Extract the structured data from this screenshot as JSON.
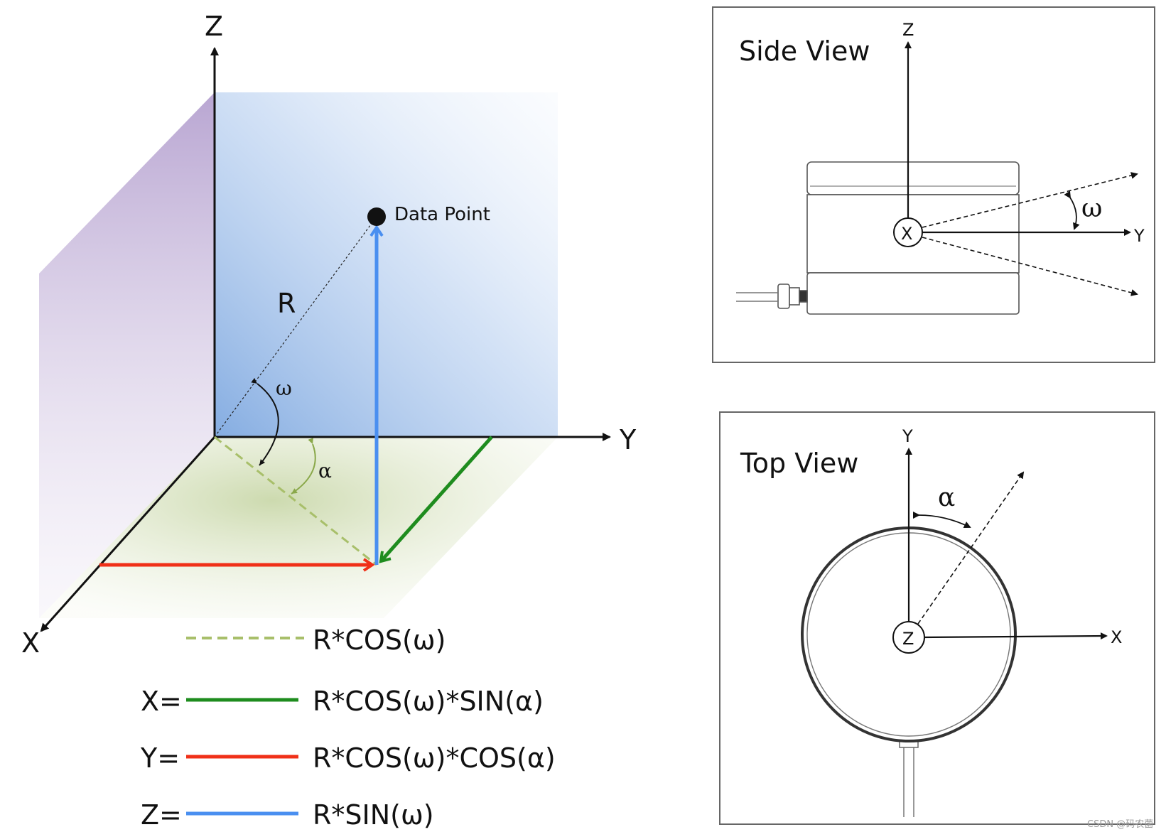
{
  "main_diagram": {
    "axes": {
      "z": "Z",
      "y": "Y",
      "x": "X"
    },
    "point_label": "Data Point",
    "radius_label": "R",
    "omega": "ω",
    "alpha": "α"
  },
  "legend": [
    {
      "prefix": "",
      "formula": "R*COS(ω)",
      "color": "#a8bf6a",
      "dashed": true
    },
    {
      "prefix": "X=",
      "formula": "R*COS(ω)*SIN(α)",
      "color": "#1e8c1e",
      "dashed": false
    },
    {
      "prefix": "Y=",
      "formula": "R*COS(ω)*COS(α)",
      "color": "#f03018",
      "dashed": false
    },
    {
      "prefix": "Z=",
      "formula": "R*SIN(ω)",
      "color": "#4a8ff0",
      "dashed": false
    }
  ],
  "side_view": {
    "title": "Side View",
    "z": "Z",
    "y": "Y",
    "center": "X",
    "omega": "ω"
  },
  "top_view": {
    "title": "Top View",
    "y": "Y",
    "x": "X",
    "center": "Z",
    "alpha": "α"
  },
  "watermark": "CSDN @码农菌",
  "colors": {
    "x_component": "#1e8c1e",
    "y_component": "#f03018",
    "z_component": "#4a8ff0",
    "projection": "#a8bf6a"
  }
}
